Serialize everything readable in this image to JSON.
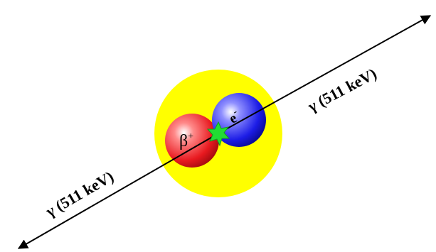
{
  "diagram": {
    "gamma_left_label": "γ (511 keV)",
    "gamma_right_label": "γ (511 keV)",
    "positron": {
      "symbol": "β",
      "charge": "+"
    },
    "electron": {
      "symbol": "e",
      "charge": "-"
    }
  },
  "colors": {
    "background": "#ffffff",
    "halo": "#ffff00",
    "positron_sphere": "#e8191f",
    "electron_sphere": "#1c1ce6",
    "annihilation_star": "#22dd33",
    "arrow": "#000000"
  },
  "icons": {
    "annihilation": "star-burst-icon"
  }
}
